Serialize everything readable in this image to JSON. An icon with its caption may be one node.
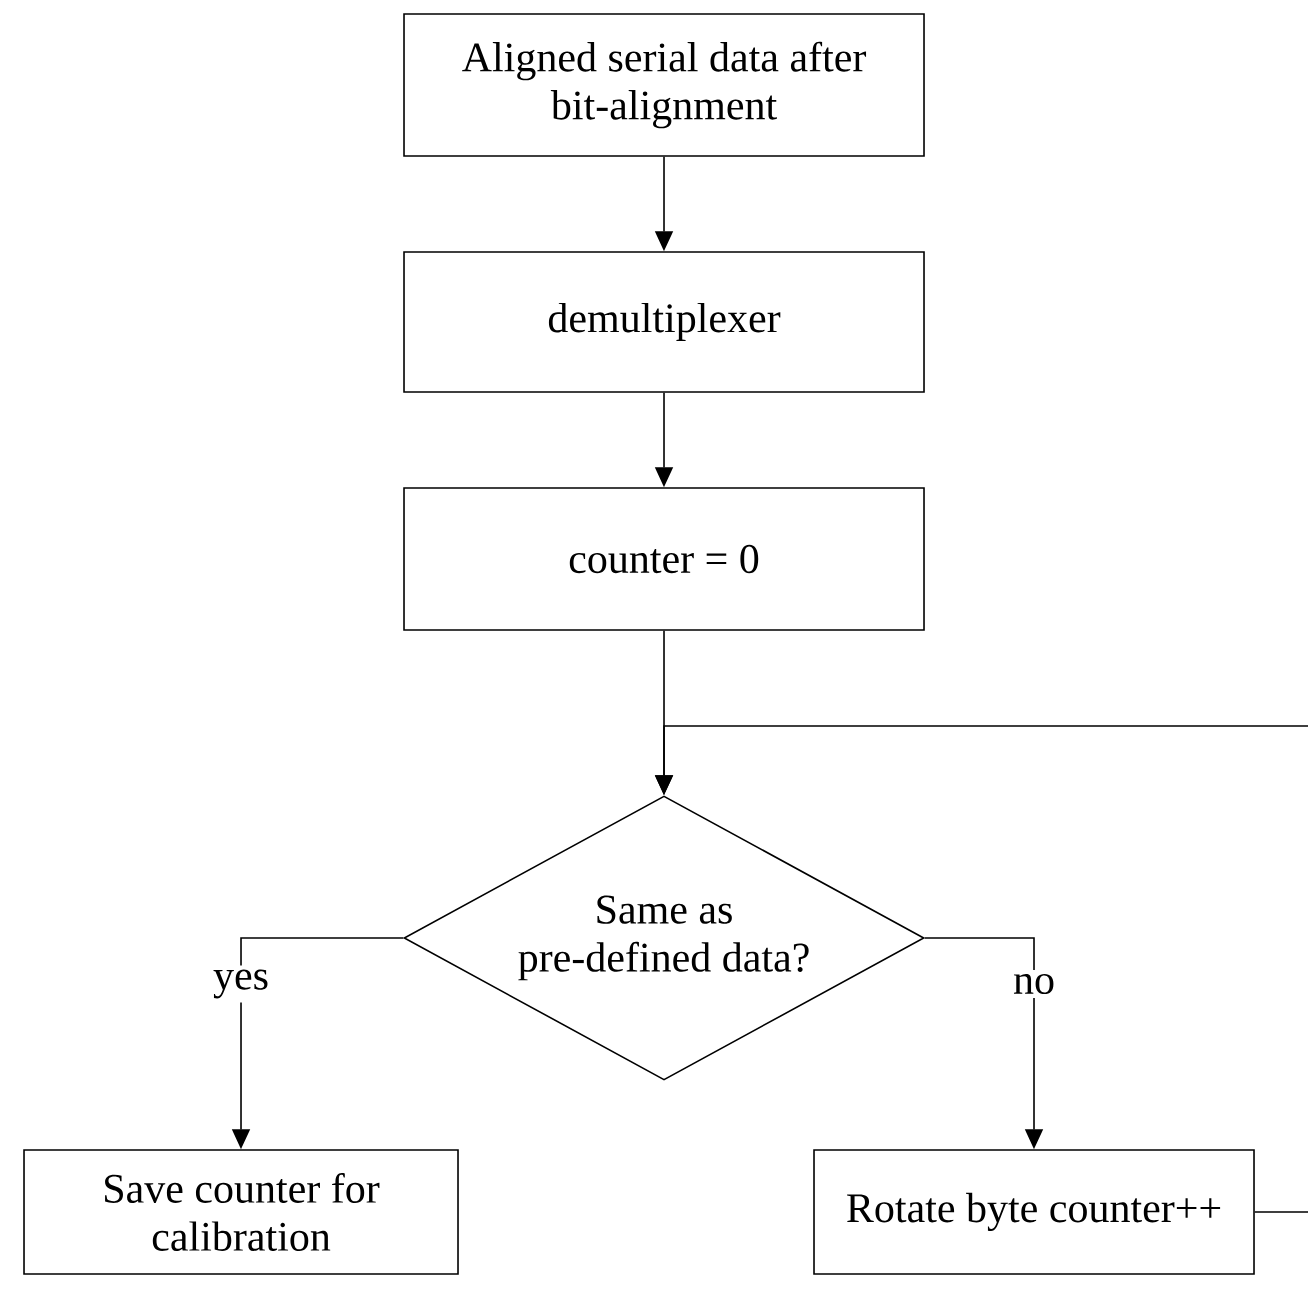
{
  "diagram": {
    "nodes": [
      {
        "text": [
          "Aligned serial data after bit-alignment"
        ]
      },
      {
        "text": [
          "demultiplexer"
        ]
      },
      {
        "text": [
          "counter = 0"
        ]
      },
      {
        "text": [
          "Same as pre-defined data?"
        ]
      },
      {
        "text": [
          "Save counter for calibration"
        ]
      },
      {
        "text": [
          "Rotate byte counter++"
        ]
      }
    ],
    "edges": [
      {
        "from": 0,
        "to": 1,
        "arrow": "to"
      },
      {
        "from": 1,
        "to": 2,
        "arrow": "to"
      },
      {
        "from": 2,
        "to": 3,
        "arrow": "to"
      },
      {
        "from": 3,
        "to": 4,
        "arrow": "to",
        "label": "yes"
      },
      {
        "from": 3,
        "to": 5,
        "arrow": "to",
        "label": "no"
      },
      {
        "from": 5,
        "to": 3,
        "arrow": "to"
      }
    ]
  }
}
